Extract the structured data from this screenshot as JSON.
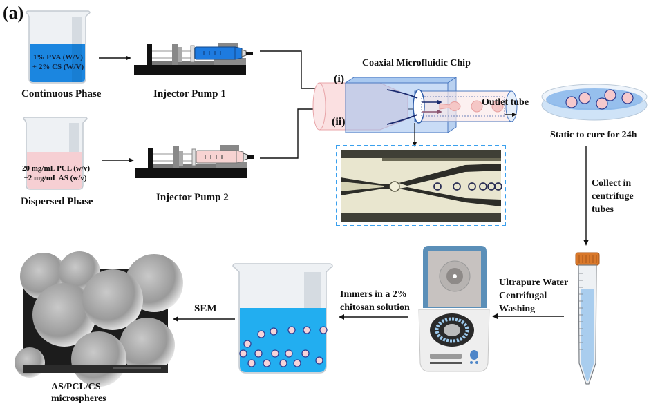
{
  "figure": {
    "panel_label": "(a)",
    "colors": {
      "continuous_phase": "#1b86e0",
      "dispersed_phase": "#f6cfd3",
      "chitosan_solution": "#22aef0",
      "chip_blue": "#7fb0e8",
      "dashed_border": "#3aa0ee",
      "tube_cap": "#d9782a",
      "centrifuge_lid": "#5b8fb8",
      "arrow": "#111111"
    }
  },
  "beakers": {
    "continuous": {
      "label": "Continuous Phase",
      "content": "1% PVA (W/V)\n+ 2% CS (W/V)"
    },
    "dispersed": {
      "label": "Dispersed Phase",
      "content": "20 mg/mL PCL (w/v)\n+2 mg/mL AS (w/v)"
    }
  },
  "pumps": [
    {
      "label": "Injector Pump 1"
    },
    {
      "label": "Injector Pump 2"
    }
  ],
  "chip": {
    "title": "Coaxial Microfluidic Chip",
    "inlet_i": "(i)",
    "inlet_ii": "(ii)",
    "outlet": "Outlet tube"
  },
  "steps": {
    "cure": "Static to cure for 24h",
    "collect": "Collect in\ncentrifuge\ntubes",
    "wash": "Ultrapure Water\nCentrifugal\nWashing",
    "immerse": "Immers in a 2%\nchitosan solution",
    "sem": "SEM",
    "product": "AS/PCL/CS\nmicrospheres"
  }
}
